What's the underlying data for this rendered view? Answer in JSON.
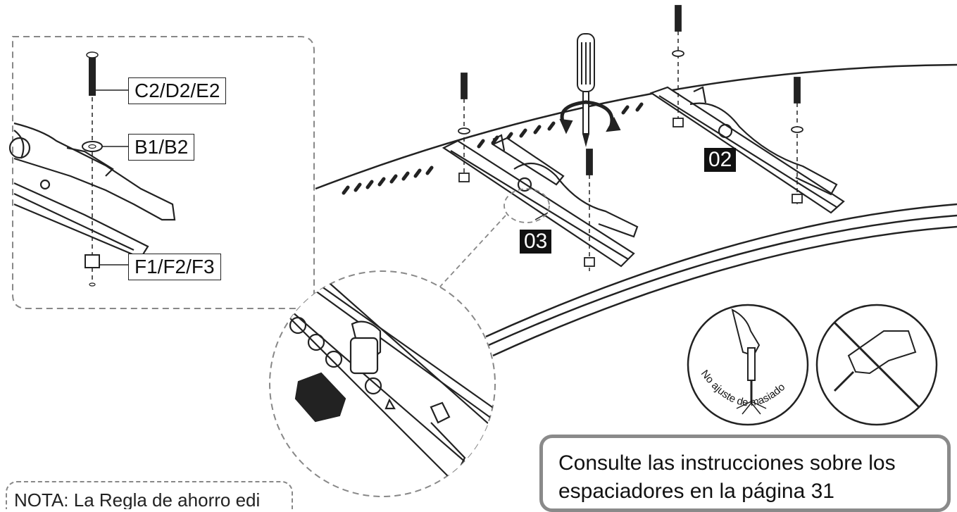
{
  "labels": {
    "screw": "C2/D2/E2",
    "washer": "B1/B2",
    "nut": "F1/F2/F3"
  },
  "steps": {
    "left": "03",
    "right": "02"
  },
  "warning_text": "No ajuste de masiado",
  "note_text": "Consulte las instrucciones sobre los espaciadores en la página 31",
  "nota_fragment": "NOTA: La Regla de ahorro edi"
}
